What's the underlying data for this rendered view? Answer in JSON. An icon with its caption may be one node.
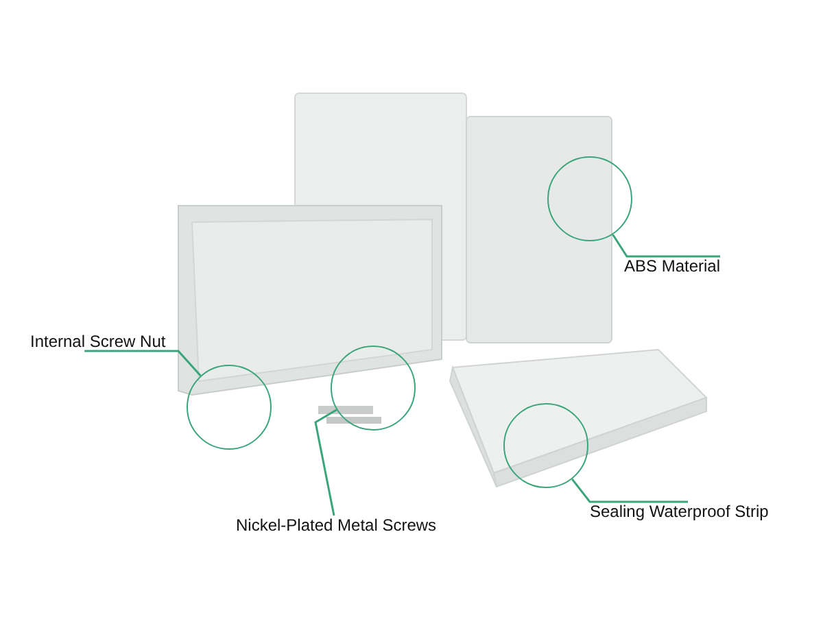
{
  "diagram": {
    "nodes": [
      {
        "text": [
          "ABS Material"
        ]
      },
      {
        "text": [
          "Internal Screw Nut"
        ]
      },
      {
        "text": [
          "Nickel-Plated Metal Screws"
        ]
      },
      {
        "text": [
          "Sealing Waterproof Strip"
        ]
      },
      {
        "text": [],
        "shape": "circle"
      },
      {
        "text": [],
        "shape": "circle"
      },
      {
        "text": [],
        "shape": "circle"
      },
      {
        "text": [],
        "shape": "circle"
      }
    ],
    "edges": [
      {
        "from": 0,
        "to": 7,
        "arrow": "none"
      },
      {
        "from": 1,
        "to": 4,
        "arrow": "none"
      },
      {
        "from": 2,
        "to": 5,
        "arrow": "none"
      },
      {
        "from": 3,
        "to": 6,
        "arrow": "none"
      }
    ]
  }
}
